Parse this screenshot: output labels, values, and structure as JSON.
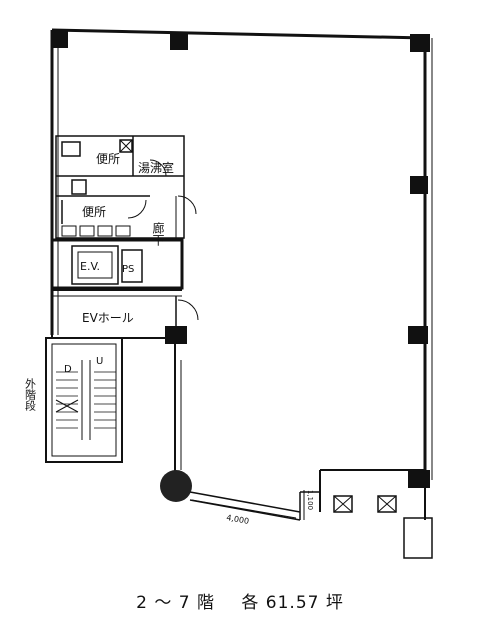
{
  "labels": {
    "toilet_1": "便所",
    "kitchen": "湯沸室",
    "toilet_2": "便所",
    "corridor": "廊下",
    "elevator": "E.V.",
    "pipe_shaft": "PS",
    "ev_hall": "EVホール",
    "exterior_stair": "外階段",
    "stair_down": "D",
    "stair_up": "U",
    "dimension_main": "4,000",
    "dimension_small": "1,100"
  },
  "caption": {
    "floors": "2 ～ 7 階",
    "area": "各 61.57 坪"
  }
}
